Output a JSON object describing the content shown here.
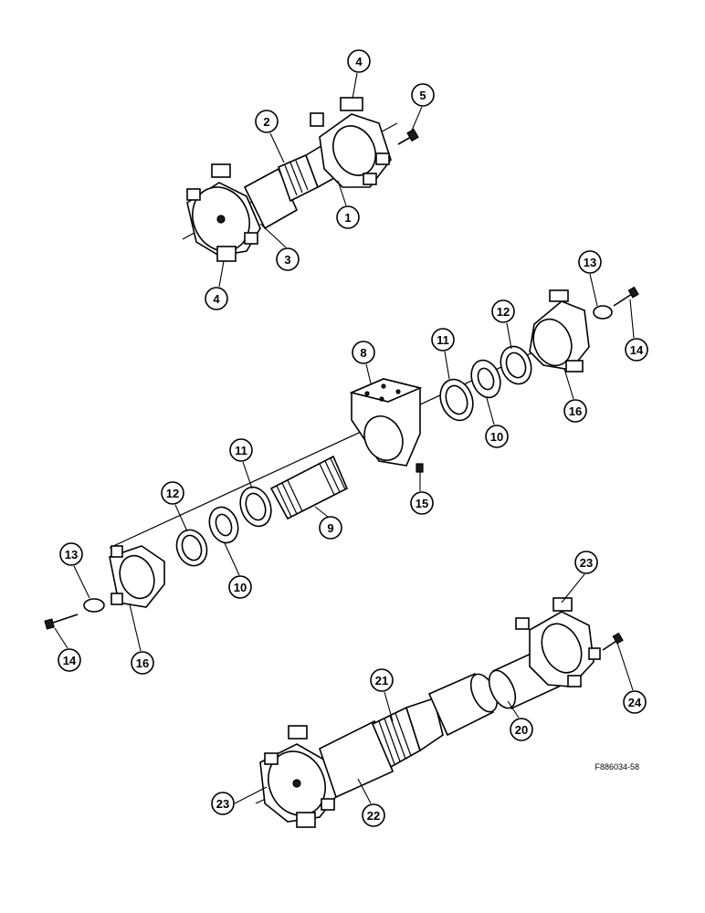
{
  "figure_ref": "F886034-58",
  "callouts": [
    {
      "id": "c4a",
      "label": "4"
    },
    {
      "id": "c5",
      "label": "5"
    },
    {
      "id": "c2",
      "label": "2"
    },
    {
      "id": "c1",
      "label": "1"
    },
    {
      "id": "c3",
      "label": "3"
    },
    {
      "id": "c4b",
      "label": "4"
    },
    {
      "id": "c13a",
      "label": "13"
    },
    {
      "id": "c12a",
      "label": "12"
    },
    {
      "id": "c14a",
      "label": "14"
    },
    {
      "id": "c11a",
      "label": "11"
    },
    {
      "id": "c8",
      "label": "8"
    },
    {
      "id": "c16a",
      "label": "16"
    },
    {
      "id": "c10a",
      "label": "10"
    },
    {
      "id": "c11b",
      "label": "11"
    },
    {
      "id": "c12b",
      "label": "12"
    },
    {
      "id": "c15",
      "label": "15"
    },
    {
      "id": "c9",
      "label": "9"
    },
    {
      "id": "c13b",
      "label": "13"
    },
    {
      "id": "c10b",
      "label": "10"
    },
    {
      "id": "c16b",
      "label": "16"
    },
    {
      "id": "c14b",
      "label": "14"
    },
    {
      "id": "c23a",
      "label": "23"
    },
    {
      "id": "c21",
      "label": "21"
    },
    {
      "id": "c24",
      "label": "24"
    },
    {
      "id": "c20",
      "label": "20"
    },
    {
      "id": "c23b",
      "label": "23"
    },
    {
      "id": "c22",
      "label": "22"
    }
  ]
}
